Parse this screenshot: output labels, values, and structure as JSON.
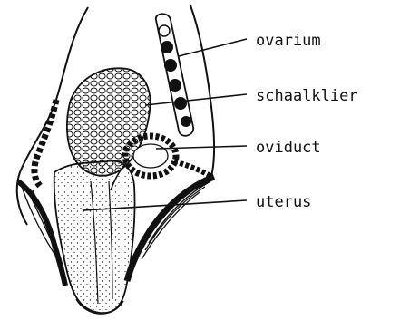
{
  "diagram": {
    "labels": {
      "ovarium": "ovarium",
      "schaalklier": "schaalklier",
      "oviduct": "oviduct",
      "uterus": "uterus"
    },
    "colors": {
      "ink": "#111111",
      "background": "#ffffff"
    }
  }
}
